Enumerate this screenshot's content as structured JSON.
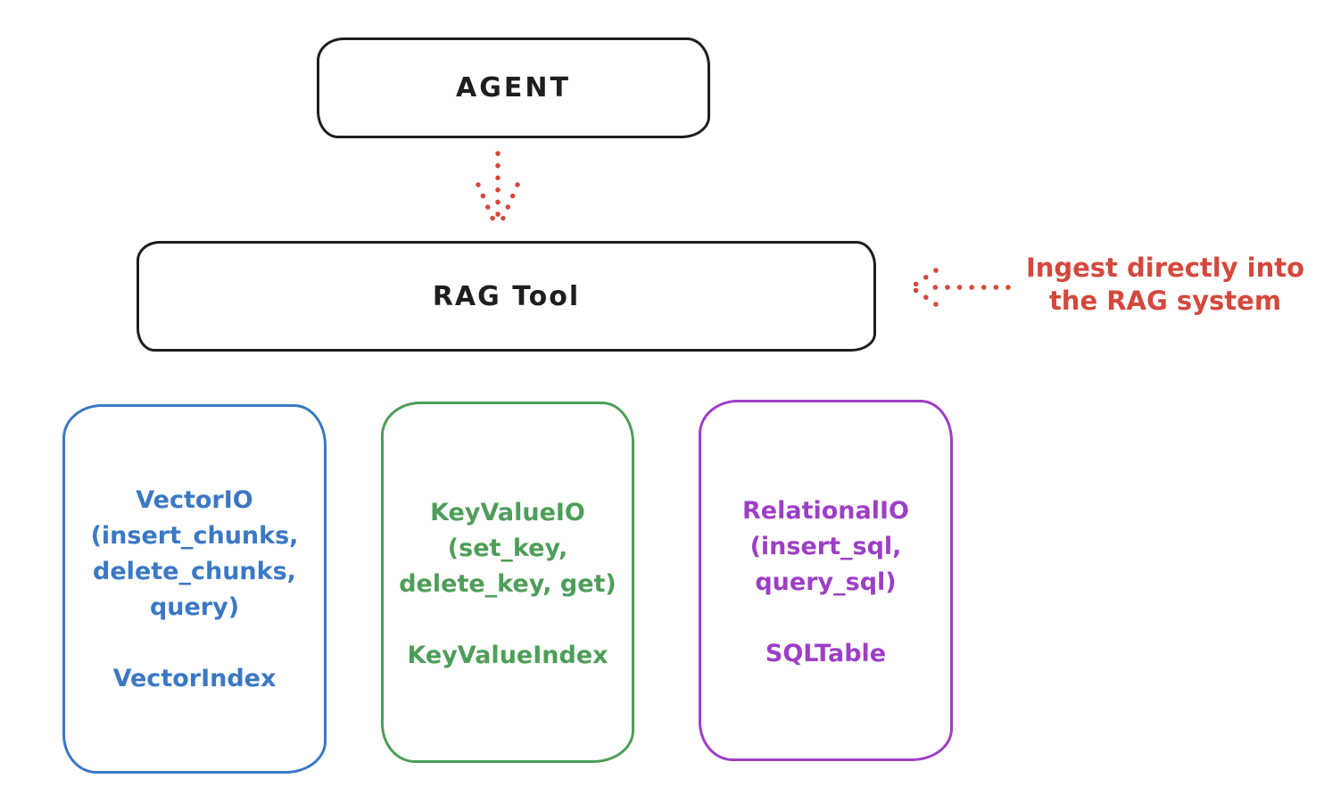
{
  "colors": {
    "stroke_black": "#1e1e1e",
    "arrow_red": "#d4483c",
    "vector_blue": "#3b78c4",
    "keyvalue_green": "#4d9e58",
    "relational_purple": "#9d3ec6",
    "background": "#ffffff"
  },
  "nodes": {
    "agent": {
      "label": "AGENT"
    },
    "rag_tool": {
      "label": "RAG Tool"
    },
    "vector_io": {
      "lines": [
        "VectorIO",
        "(insert_chunks,",
        "delete_chunks,",
        "query)"
      ],
      "index_label": "VectorIndex"
    },
    "key_value_io": {
      "lines": [
        "KeyValueIO",
        "(set_key,",
        "delete_key, get)"
      ],
      "index_label": "KeyValueIndex"
    },
    "relational_io": {
      "lines": [
        "RelationalIO",
        "(insert_sql,",
        "query_sql)"
      ],
      "index_label": "SQLTable"
    }
  },
  "annotation": {
    "lines": [
      "Ingest directly into",
      "the RAG system"
    ]
  },
  "arrows": {
    "agent_to_rag_tool": {
      "style": "dotted",
      "direction": "down"
    },
    "ingest_to_rag_tool": {
      "style": "dotted",
      "direction": "left"
    }
  }
}
